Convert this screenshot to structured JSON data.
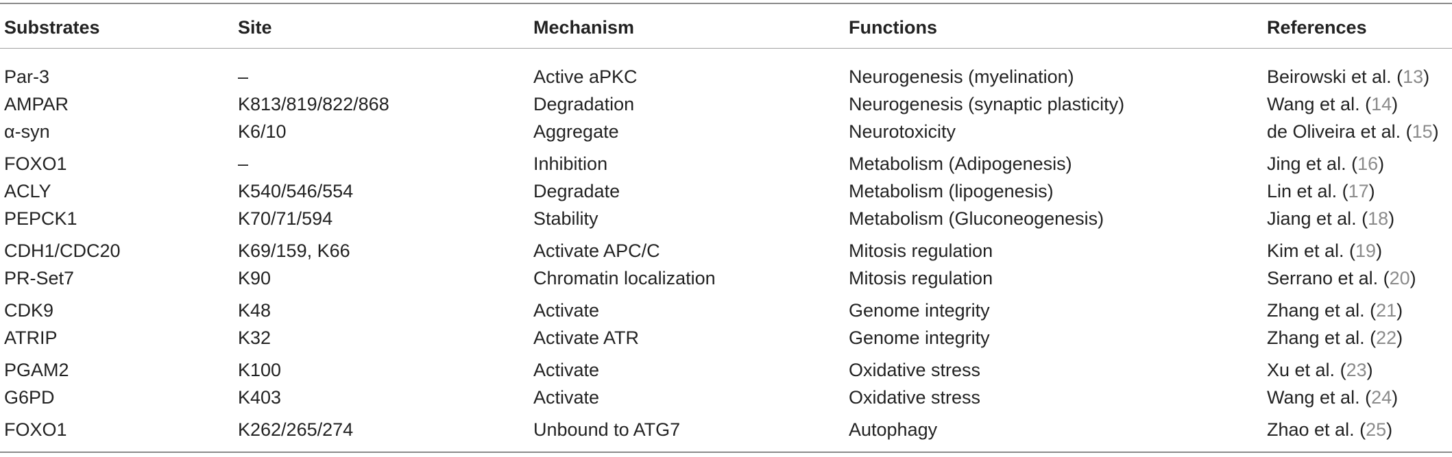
{
  "headers": [
    "Substrates",
    "Site",
    "Mechanism",
    "Functions",
    "References"
  ],
  "rows": [
    {
      "substrate": "Par-3",
      "site": "–",
      "mechanism": "Active aPKC",
      "function": "Neurogenesis (myelination)",
      "ref_author": "Beirowski et al. (",
      "ref_num": "13",
      "ref_close": ")"
    },
    {
      "substrate": "AMPAR",
      "site": "K813/819/822/868",
      "mechanism": "Degradation",
      "function": "Neurogenesis (synaptic plasticity)",
      "ref_author": "Wang et al. (",
      "ref_num": "14",
      "ref_close": ")"
    },
    {
      "substrate": "α-syn",
      "site": "K6/10",
      "mechanism": "Aggregate",
      "function": "Neurotoxicity",
      "ref_author": "de Oliveira et al. (",
      "ref_num": "15",
      "ref_close": ")"
    },
    {
      "substrate": "FOXO1",
      "site": "–",
      "mechanism": "Inhibition",
      "function": "Metabolism (Adipogenesis)",
      "ref_author": "Jing et al. (",
      "ref_num": "16",
      "ref_close": ")"
    },
    {
      "substrate": "ACLY",
      "site": "K540/546/554",
      "mechanism": "Degradate",
      "function": "Metabolism (lipogenesis)",
      "ref_author": "Lin et al. (",
      "ref_num": "17",
      "ref_close": ")"
    },
    {
      "substrate": "PEPCK1",
      "site": "K70/71/594",
      "mechanism": "Stability",
      "function": "Metabolism (Gluconeogenesis)",
      "ref_author": "Jiang et al. (",
      "ref_num": "18",
      "ref_close": ")"
    },
    {
      "substrate": "CDH1/CDC20",
      "site": "K69/159, K66",
      "mechanism": "Activate APC/C",
      "function": "Mitosis regulation",
      "ref_author": "Kim et al. (",
      "ref_num": "19",
      "ref_close": ")"
    },
    {
      "substrate": "PR-Set7",
      "site": "K90",
      "mechanism": "Chromatin localization",
      "function": "Mitosis regulation",
      "ref_author": "Serrano et al. (",
      "ref_num": "20",
      "ref_close": ")"
    },
    {
      "substrate": "CDK9",
      "site": "K48",
      "mechanism": "Activate",
      "function": "Genome integrity",
      "ref_author": "Zhang et al. (",
      "ref_num": "21",
      "ref_close": ")"
    },
    {
      "substrate": "ATRIP",
      "site": "K32",
      "mechanism": "Activate ATR",
      "function": "Genome integrity",
      "ref_author": "Zhang et al. (",
      "ref_num": "22",
      "ref_close": ")"
    },
    {
      "substrate": "PGAM2",
      "site": "K100",
      "mechanism": "Activate",
      "function": "Oxidative stress",
      "ref_author": "Xu et al. (",
      "ref_num": "23",
      "ref_close": ")"
    },
    {
      "substrate": "G6PD",
      "site": "K403",
      "mechanism": "Activate",
      "function": "Oxidative stress",
      "ref_author": "Wang et al. (",
      "ref_num": "24",
      "ref_close": ")"
    },
    {
      "substrate": "FOXO1",
      "site": "K262/265/274",
      "mechanism": "Unbound to ATG7",
      "function": "Autophagy",
      "ref_author": "Zhao et al. (",
      "ref_num": "25",
      "ref_close": ")"
    }
  ],
  "colors": {
    "rule": "#8a8a8a",
    "text": "#222222",
    "ref_number": "#8a8a8a"
  }
}
